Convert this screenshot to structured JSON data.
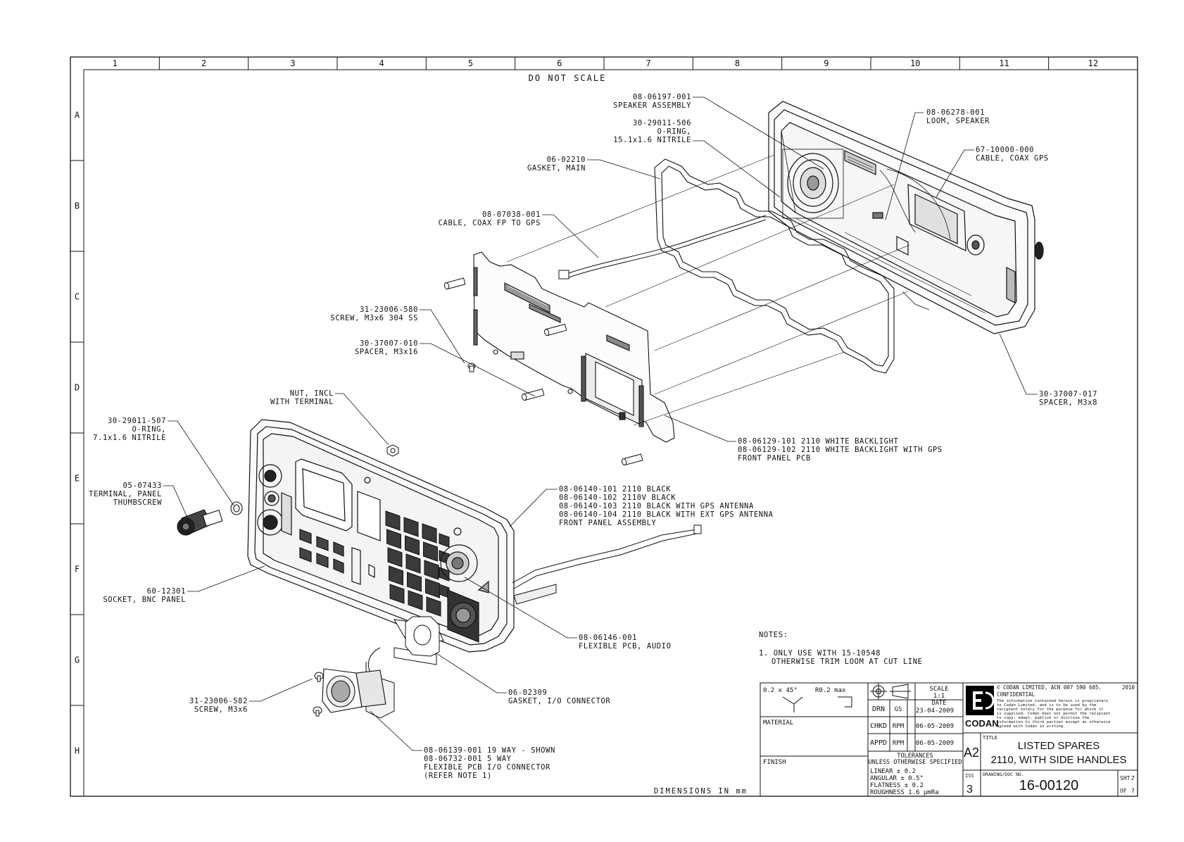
{
  "drawing": {
    "do_not_scale": "DO NOT SCALE",
    "dimensions_note": "DIMENSIONS IN mm",
    "zone_columns": [
      "1",
      "2",
      "3",
      "4",
      "5",
      "6",
      "7",
      "8",
      "9",
      "10",
      "11",
      "12"
    ],
    "zone_rows": [
      "A",
      "B",
      "C",
      "D",
      "E",
      "F",
      "G",
      "H"
    ]
  },
  "callouts": {
    "speaker_assembly": [
      "08-06197-001",
      "SPEAKER ASSEMBLY"
    ],
    "oring_506": [
      "30-29011-506",
      "O-RING,",
      "15.1x1.6 NITRILE"
    ],
    "gasket_main": [
      "06-02210",
      "GASKET, MAIN"
    ],
    "cable_coax_fp": [
      "08-07038-001",
      "CABLE, COAX FP TO GPS"
    ],
    "loom_speaker": [
      "08-06278-001",
      "LOOM, SPEAKER"
    ],
    "cable_coax_gps": [
      "67-10000-000",
      "CABLE, COAX GPS"
    ],
    "screw_m3x6_304": [
      "31-23006-580",
      "SCREW, M3x6 304 SS"
    ],
    "spacer_m3x16": [
      "30-37007-010",
      "SPACER, M3x16"
    ],
    "spacer_m3x8": [
      "30-37007-017",
      "SPACER, M3x8"
    ],
    "nut_incl": [
      "NUT, INCL",
      "WITH TERMINAL"
    ],
    "oring_507": [
      "30-29011-507",
      "O-RING,",
      "7.1x1.6 NITRILE"
    ],
    "front_panel_pcb": [
      "08-06129-101 2110 WHITE BACKLIGHT",
      "08-06129-102 2110 WHITE BACKLIGHT WITH GPS",
      "FRONT PANEL PCB"
    ],
    "terminal_thumbscrew": [
      "05-07433",
      "TERMINAL, PANEL",
      "THUMBSCREW"
    ],
    "front_panel_assembly": [
      "08-06140-101 2110 BLACK",
      "08-06140-102 2110V BLACK",
      "08-06140-103 2110 BLACK WITH GPS ANTENNA",
      "08-06140-104 2110 BLACK WITH EXT GPS ANTENNA",
      "FRONT PANEL ASSEMBLY"
    ],
    "socket_bnc": [
      "60-12301",
      "SOCKET, BNC PANEL"
    ],
    "flexible_pcb_audio": [
      "08-06146-001",
      "FLEXIBLE PCB, AUDIO"
    ],
    "gasket_io": [
      "06-02309",
      "GASKET, I/O CONNECTOR"
    ],
    "screw_m3x6": [
      "31-23006-582",
      "SCREW, M3x6"
    ],
    "io_connector": [
      "08-06139-001 19 WAY - SHOWN",
      "08-06732-001 5 WAY",
      "FLEXIBLE PCB I/O CONNECTOR",
      "(REFER NOTE 1)"
    ]
  },
  "notes": {
    "heading": "NOTES:",
    "items": [
      "1. ONLY USE WITH 15-10548",
      "OTHERWISE TRIM LOOM AT CUT LINE"
    ]
  },
  "title_block": {
    "chamfer": "0.2 x 45°",
    "radius": "R0.2 max",
    "scale_label": "SCALE",
    "scale_value": "1:1",
    "date_label": "DATE",
    "drn_label": "DRN",
    "drn_by": "GS",
    "drn_date": "23-04-2009",
    "chkd_label": "CHKD",
    "chkd_by": "RPM",
    "chkd_date": "06-05-2009",
    "appd_label": "APPD",
    "appd_by": "RPM",
    "appd_date": "06-05-2009",
    "material_label": "MATERIAL",
    "finish_label": "FINISH",
    "tolerances_heading": "TOLERANCES",
    "tolerances_sub": "UNLESS OTHERWISE SPECIFIED",
    "tol_linear": "LINEAR    ± 0.2",
    "tol_angular": "ANGULAR   ± 0.5°",
    "tol_flatness": "FLATNESS  ± 0.2",
    "tol_roughness": "ROUGHNESS  1.6 µmRa",
    "company_line": "© CODAN LIMITED, ACN 007 590 605.",
    "year": "2010",
    "confidential": "CONFIDENTIAL",
    "confidential_text": [
      "The information contained herein is proprietary",
      "to Codan Limited, and is to be used by the",
      "recipient solely for the purpose for which it",
      "is supplied. Codan does not permit the recipient",
      "to copy, adapt, publish or disclose the",
      "information to third parties except as otherwise",
      "agreed with Codan in writing."
    ],
    "logo_text": "CODAN",
    "sheet_size": "A2",
    "title_label": "TITLE",
    "title_line1": "LISTED SPARES",
    "title_line2": "2110, WITH SIDE HANDLES",
    "iss_label": "ISS",
    "issue": "3",
    "doc_no_label": "DRAWING/DOC NO.",
    "doc_no": "16-00120",
    "sht_label": "SHT.",
    "sht_value": "7",
    "of_label": "OF",
    "of_value": "7"
  }
}
